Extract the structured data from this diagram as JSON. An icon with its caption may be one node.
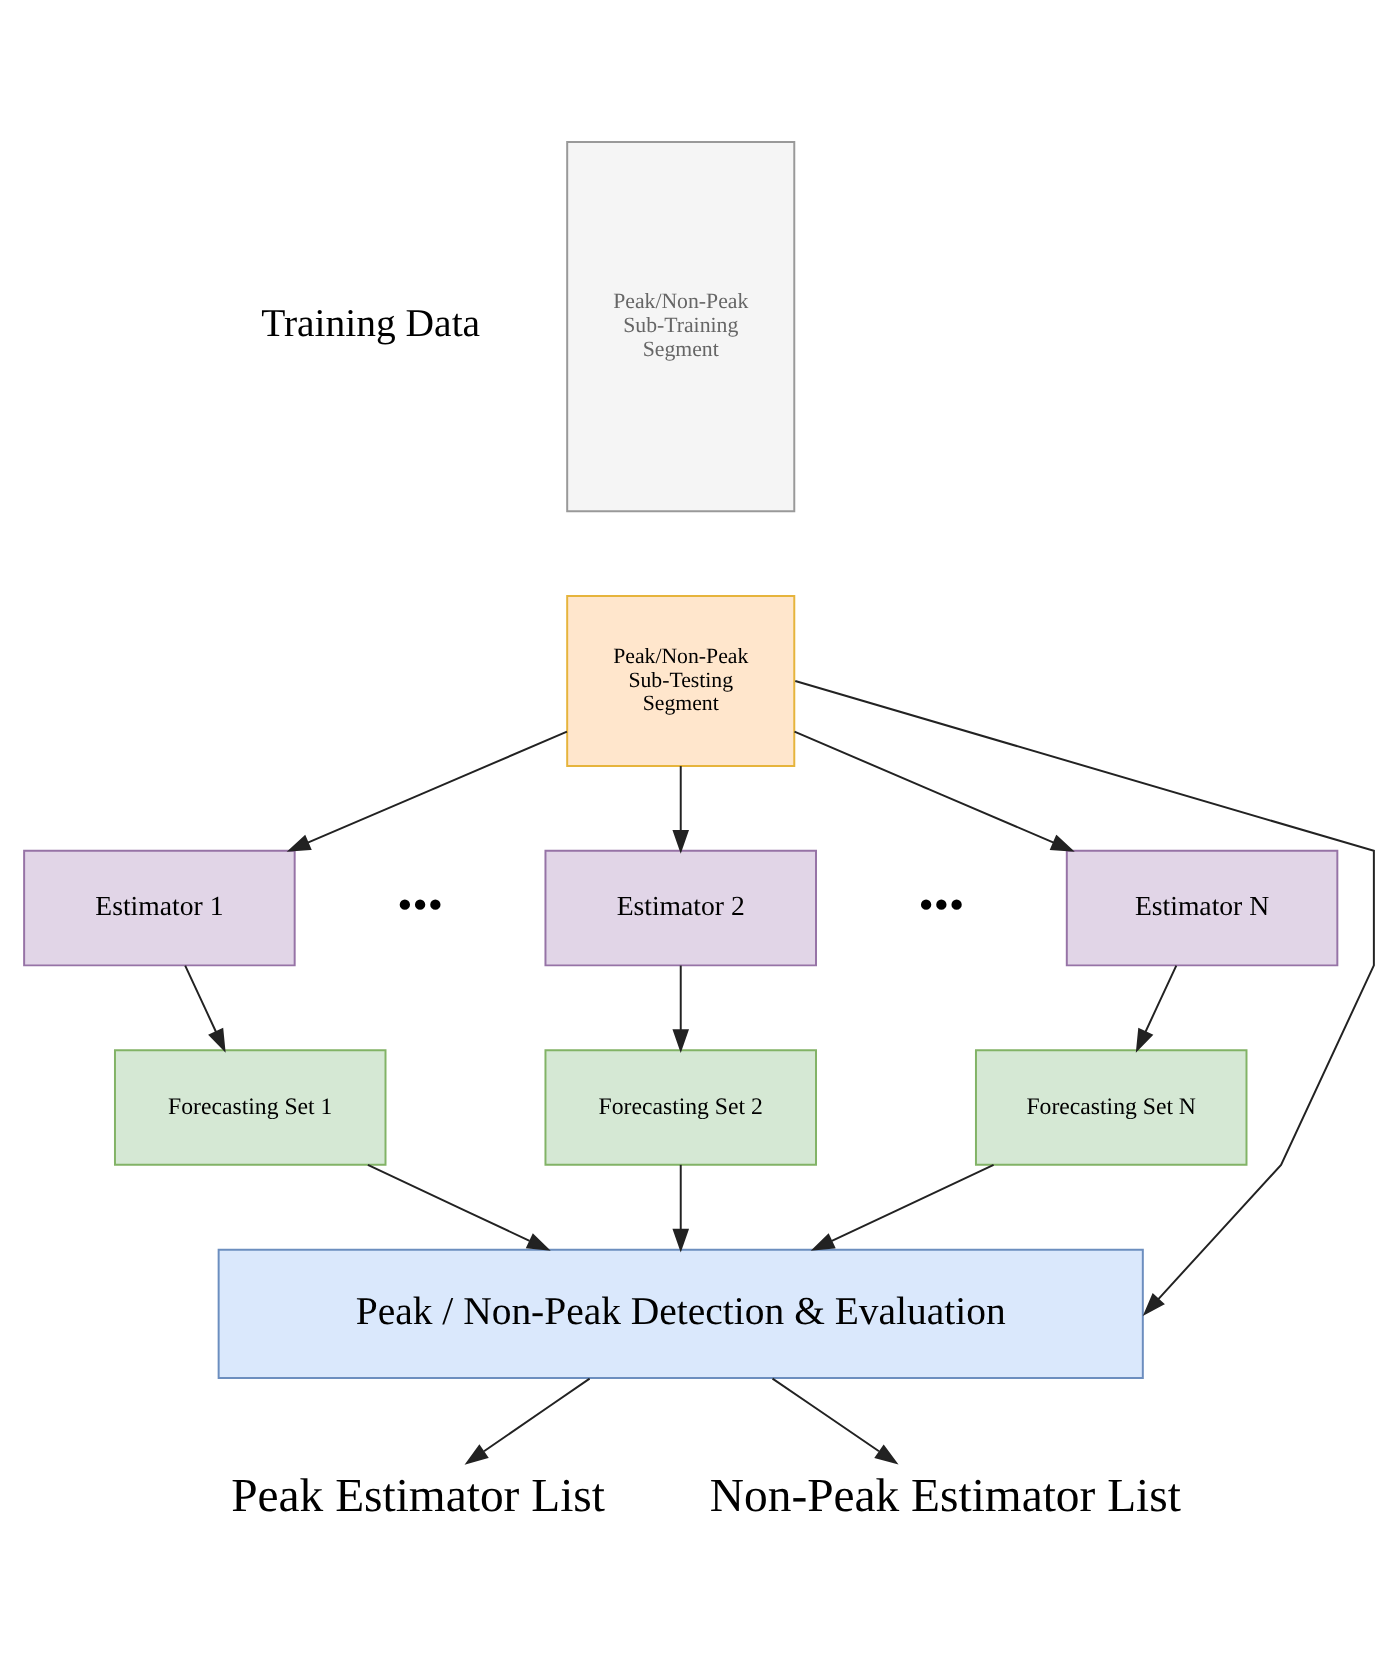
{
  "diagram": {
    "nodes": [
      {
        "text": [
          "Peak/Non-Peak Sub-Training Segment"
        ]
      },
      {
        "text": [
          "Peak/Non-Peak Sub-Testing Segment"
        ]
      },
      {
        "text": [
          "Estimator 1"
        ]
      },
      {
        "text": [
          "Estimator 2"
        ]
      },
      {
        "text": [
          "Estimator N"
        ]
      },
      {
        "text": [
          "Forecasting Set 1"
        ]
      },
      {
        "text": [
          "Forecasting Set 2"
        ]
      },
      {
        "text": [
          "Forecasting Set N"
        ]
      },
      {
        "text": [
          "Peak / Non-Peak Detection & Evaluation"
        ]
      },
      {
        "text": [
          "Peak Estimator List"
        ]
      },
      {
        "text": [
          "Non-Peak Estimator List"
        ]
      }
    ],
    "edges": [
      {
        "from": 1,
        "to": 2,
        "arrow": "to"
      },
      {
        "from": 1,
        "to": 3,
        "arrow": "to"
      },
      {
        "from": 1,
        "to": 4,
        "arrow": "to"
      },
      {
        "from": 2,
        "to": 5,
        "arrow": "to"
      },
      {
        "from": 3,
        "to": 6,
        "arrow": "to"
      },
      {
        "from": 4,
        "to": 7,
        "arrow": "to"
      },
      {
        "from": 5,
        "to": 8,
        "arrow": "to"
      },
      {
        "from": 6,
        "to": 8,
        "arrow": "to"
      },
      {
        "from": 7,
        "to": 8,
        "arrow": "to"
      },
      {
        "from": 1,
        "to": 8,
        "arrow": "to"
      },
      {
        "from": 8,
        "to": 9,
        "arrow": "to"
      },
      {
        "from": 8,
        "to": 10,
        "arrow": "to"
      }
    ],
    "labels": [
      "Training Data",
      "•••",
      "•••"
    ]
  }
}
